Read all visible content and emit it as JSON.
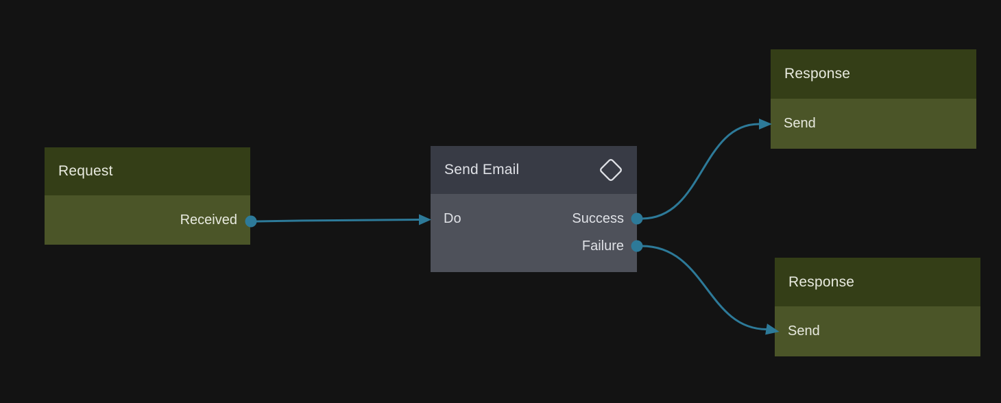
{
  "colors": {
    "edge": "#2d7a99",
    "olive_header": "#343e17",
    "olive_body": "#4b5528",
    "slate_header": "#383b45",
    "slate_body": "#4e515a",
    "background": "#131313"
  },
  "nodes": {
    "request": {
      "title": "Request",
      "outputs": [
        {
          "label": "Received"
        }
      ]
    },
    "send_email": {
      "title": "Send Email",
      "icon": "diamond-icon",
      "inputs": [
        {
          "label": "Do"
        }
      ],
      "outputs": [
        {
          "label": "Success"
        },
        {
          "label": "Failure"
        }
      ]
    },
    "response_success": {
      "title": "Response",
      "inputs": [
        {
          "label": "Send"
        }
      ]
    },
    "response_failure": {
      "title": "Response",
      "inputs": [
        {
          "label": "Send"
        }
      ]
    }
  },
  "edges": [
    {
      "from": "request.Received",
      "to": "send_email.Do"
    },
    {
      "from": "send_email.Success",
      "to": "response_success.Send"
    },
    {
      "from": "send_email.Failure",
      "to": "response_failure.Send"
    }
  ]
}
